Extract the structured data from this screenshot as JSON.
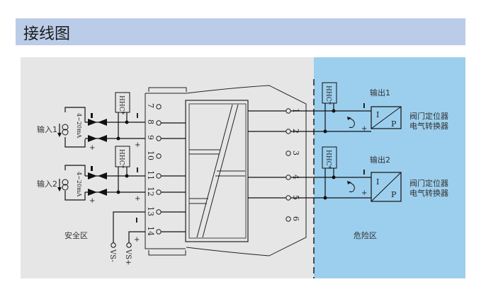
{
  "header": {
    "title": "接线图"
  },
  "colors": {
    "title_bar": "#bacce8",
    "safe_zone": "#e6e6e6",
    "hazard_zone": "#9ccfee",
    "line": "#111111"
  },
  "zones": {
    "safe": "安全区",
    "hazard": "危险区"
  },
  "inputs": [
    {
      "label": "输入1",
      "range": "4~20mA",
      "minus": "-",
      "plus": "+"
    },
    {
      "label": "输入2",
      "range": "4~20mA",
      "minus": "-",
      "plus": "+"
    }
  ],
  "hhc_label": "HHC*",
  "left_terminals": [
    "7",
    "8",
    "9",
    "10",
    "11",
    "12",
    "13",
    "14"
  ],
  "right_terminals": [
    "1",
    "2",
    "3",
    "4",
    "5",
    "6"
  ],
  "supply": {
    "minus": "VS-",
    "plus": "VS+"
  },
  "outputs": [
    {
      "label": "输出1",
      "device_line1": "阀门定位器",
      "device_line2": "电气转换器",
      "i": "I",
      "p": "P"
    },
    {
      "label": "输出2",
      "device_line1": "阀门定位器",
      "device_line2": "电气转换器",
      "i": "I",
      "p": "P"
    }
  ],
  "polarity": {
    "minus": "-",
    "plus": "+"
  }
}
